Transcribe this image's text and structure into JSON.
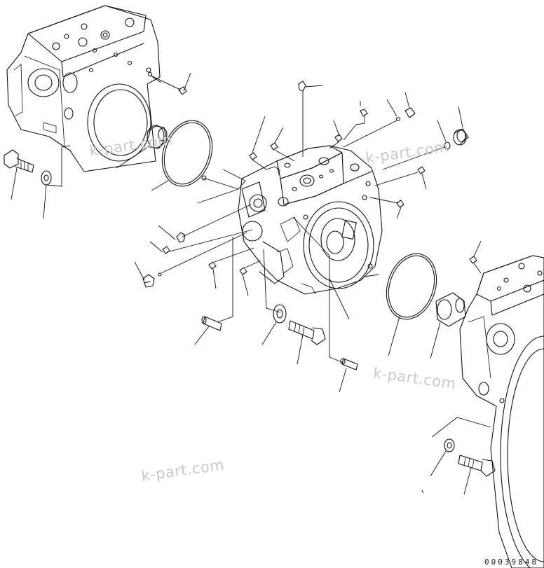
{
  "watermarks": [
    "k-part.com",
    "k-part.com",
    "k-part.com",
    "k-part.com"
  ],
  "document_number": "00039848",
  "colors": {
    "line": "#111111",
    "watermark": "#c9c9c9",
    "background": "#ffffff"
  }
}
